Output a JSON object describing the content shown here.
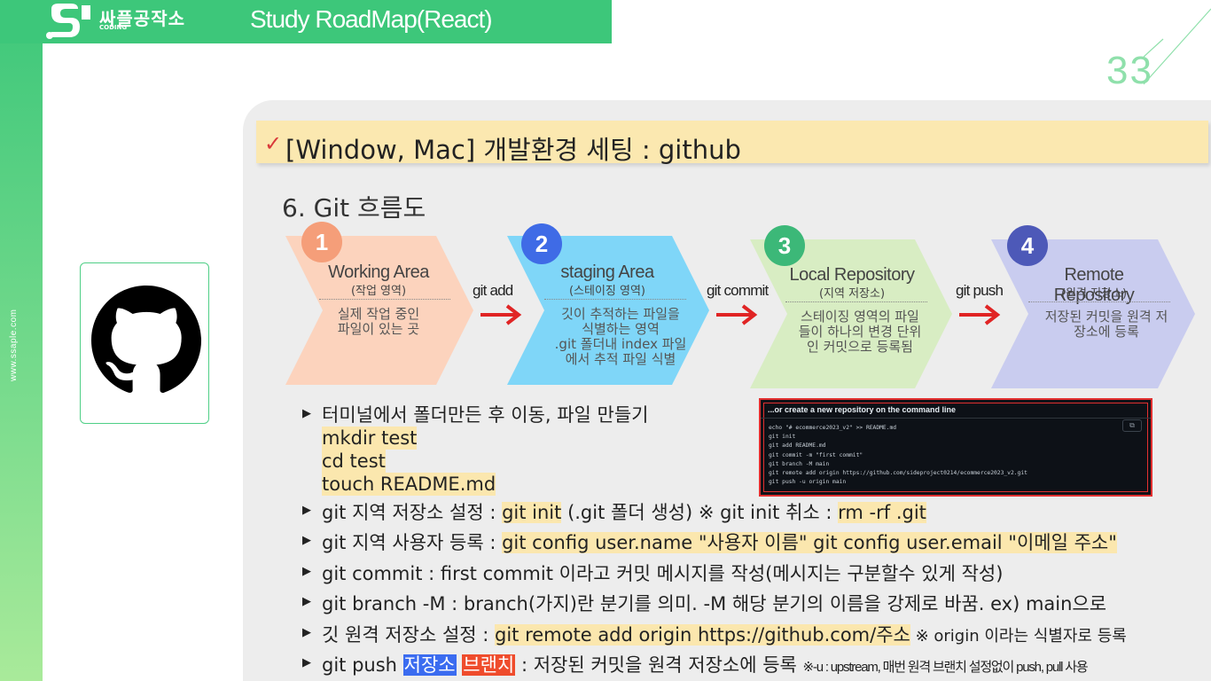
{
  "sidebar": {
    "url": "www.ssaple.com"
  },
  "header": {
    "brand": "싸플공작소",
    "brand_sub": "CODING",
    "title": "Study RoadMap(React)"
  },
  "page_number": "33",
  "section": {
    "title": "[Window, Mac] 개발환경 세팅 : github"
  },
  "flow": {
    "title": "6. Git 흐름도",
    "steps": [
      {
        "num": "1",
        "title": "Working Area",
        "sub": "(작업 영역)",
        "desc": [
          "실제 작업 중인",
          "파일이 있는 곳"
        ],
        "color": "#fcd3bd",
        "num_color": "#f59e79"
      },
      {
        "num": "2",
        "title": "staging Area",
        "sub": "(스테이징 영역)",
        "desc": [
          "깃이 추적하는 파일을",
          "식별하는 영역",
          ".git 폴더내 index 파일",
          "에서 추적 파일 식별"
        ],
        "color": "#7fd6f8",
        "num_color": "#3f6be6"
      },
      {
        "num": "3",
        "title": "Local Repository",
        "sub": "(지역 저장소)",
        "desc": [
          "스테이징 영역의 파일",
          "들이 하나의 변경 단위",
          "인 커밋으로 등록됨"
        ],
        "color": "#d8edc3",
        "num_color": "#3cb878"
      },
      {
        "num": "4",
        "title": "Remote Repository",
        "sub": "(원격 저장소)",
        "desc": [
          "저장된 커밋을 원격 저",
          "장소에 등록"
        ],
        "color": "#c9ccef",
        "num_color": "#4d59b8"
      }
    ],
    "commands": [
      "git add",
      "git commit",
      "git push"
    ],
    "arrow_color": "#e02424"
  },
  "terminal": {
    "heading": "...or create a new repository on the command line",
    "lines": [
      "echo \"# ecommerce2023_v2\" >> README.md",
      "git init",
      "git add README.md",
      "git commit -m \"first commit\"",
      "git branch -M main",
      "git remote add origin https://github.com/sideproject0214/ecommerce2023_v2.git",
      "git push -u origin main"
    ]
  },
  "bullets": {
    "b1": {
      "text": "터미널에서 폴더만든 후 이동, 파일 만들기",
      "code": [
        "mkdir test",
        "cd test",
        "touch README.md"
      ]
    },
    "b2": {
      "a": "git 지역 저장소 설정 : ",
      "hl": "git init",
      "b": " (.git 폴더 생성)  ※ git init 취소 : ",
      "hl2": "rm -rf .git"
    },
    "b3": {
      "a": "git 지역 사용자 등록 : ",
      "hl": "git config user.name \"사용자 이름\" git config user.email \"이메일 주소\""
    },
    "b4": {
      "text": "git commit : first commit 이라고 커밋 메시지를 작성(메시지는 구분할수 있게 작성)"
    },
    "b5": {
      "text": "git branch -M : branch(가지)란 분기를 의미. -M 해당 분기의 이름을 강제로 바꿈. ex) main으로"
    },
    "b6": {
      "a": "깃 원격 저장소 설정 : ",
      "hl": "git remote add origin https://github.com/주소",
      "note": " ※ origin 이라는 식별자로 등록"
    },
    "b7": {
      "a": "git push ",
      "tag1": "저장소",
      "tag2": "브랜치",
      "b": " : 저장된 커밋을 원격 저장소에 등록 ",
      "note": "※-u : upstream, 매번 원격 브랜치 설정없이 push, pull 사용"
    }
  },
  "icons": {
    "check": "check-icon",
    "github": "github-icon",
    "bullet": "triangle-bullet-icon"
  },
  "colors": {
    "brand_green": "#3dc77a",
    "highlight": "#fbe7ae",
    "section_bar": "#fbe8b0"
  }
}
